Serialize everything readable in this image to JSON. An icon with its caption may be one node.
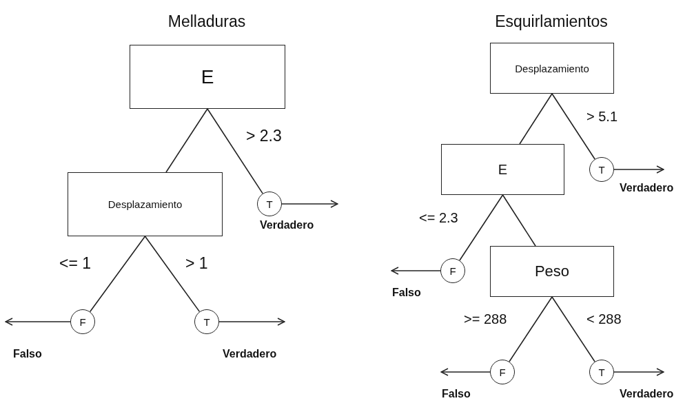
{
  "diagram": {
    "nodes": [
      {
        "text": [
          "E"
        ]
      },
      {
        "text": [
          "Desplazamiento"
        ]
      },
      {
        "text": [
          "T"
        ]
      },
      {
        "text": [
          "F"
        ]
      },
      {
        "text": [
          "T"
        ]
      },
      {
        "text": [
          "Desplazamiento"
        ]
      },
      {
        "text": [
          "E"
        ]
      },
      {
        "text": [
          "T"
        ]
      },
      {
        "text": [
          "F"
        ]
      },
      {
        "text": [
          "Peso"
        ]
      },
      {
        "text": [
          "F"
        ]
      },
      {
        "text": [
          "T"
        ]
      }
    ],
    "edges": [
      {
        "from": 0,
        "to": 1,
        "arrow": "none"
      },
      {
        "from": 0,
        "to": 2,
        "arrow": "none",
        "label": "> 2.3"
      },
      {
        "from": 2,
        "to": null,
        "arrow": "to",
        "label": "Verdadero"
      },
      {
        "from": 1,
        "to": 3,
        "arrow": "none",
        "label": "<= 1"
      },
      {
        "from": 1,
        "to": 4,
        "arrow": "none",
        "label": "> 1"
      },
      {
        "from": 3,
        "to": null,
        "arrow": "to",
        "label": "Falso"
      },
      {
        "from": 4,
        "to": null,
        "arrow": "to",
        "label": "Verdadero"
      },
      {
        "from": 5,
        "to": 6,
        "arrow": "none"
      },
      {
        "from": 5,
        "to": 7,
        "arrow": "none",
        "label": "> 5.1"
      },
      {
        "from": 7,
        "to": null,
        "arrow": "to",
        "label": "Verdadero"
      },
      {
        "from": 6,
        "to": 8,
        "arrow": "none",
        "label": "<= 2.3"
      },
      {
        "from": 6,
        "to": 9,
        "arrow": "none"
      },
      {
        "from": 8,
        "to": null,
        "arrow": "to",
        "label": "Falso"
      },
      {
        "from": 9,
        "to": 10,
        "arrow": "none",
        "label": ">= 288"
      },
      {
        "from": 9,
        "to": 11,
        "arrow": "none",
        "label": "< 288"
      },
      {
        "from": 10,
        "to": null,
        "arrow": "to",
        "label": "Falso"
      },
      {
        "from": 11,
        "to": null,
        "arrow": "to",
        "label": "Verdadero"
      }
    ],
    "labels": [
      "Melladuras",
      "Esquirlamientos"
    ]
  }
}
